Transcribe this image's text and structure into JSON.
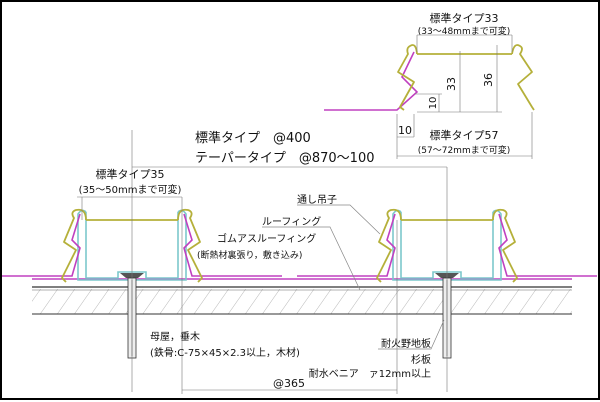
{
  "detail": {
    "title": "標準タイプ33",
    "range": "(33～48mmまで可変)",
    "dim_33": "33",
    "dim_36": "36",
    "dim_10_v": "10",
    "dim_10_h": "10",
    "type57_title": "標準タイプ57",
    "type57_range": "(57～72mmまで可変)"
  },
  "pitch": {
    "standard": "標準タイプ　@400",
    "taper": "テーパータイプ　@870～100"
  },
  "type35": {
    "title": "標準タイプ35",
    "range": "(35～50mmまで可変)"
  },
  "labels": {
    "clip": "通し吊子",
    "roofing": "ルーフィング",
    "rubber_roofing": "ゴムアスルーフィング",
    "insulation": "(断熱材裏張り，敷き込み)",
    "purlin": "母屋，垂木",
    "purlin_spec": "(鉄骨:C-75×45×2.3以上，木材)",
    "fireproof_board": "耐火野地板",
    "cedar": "杉板",
    "veneer": "耐水ベニア　ァ12mm以上",
    "spacing": "@365"
  }
}
